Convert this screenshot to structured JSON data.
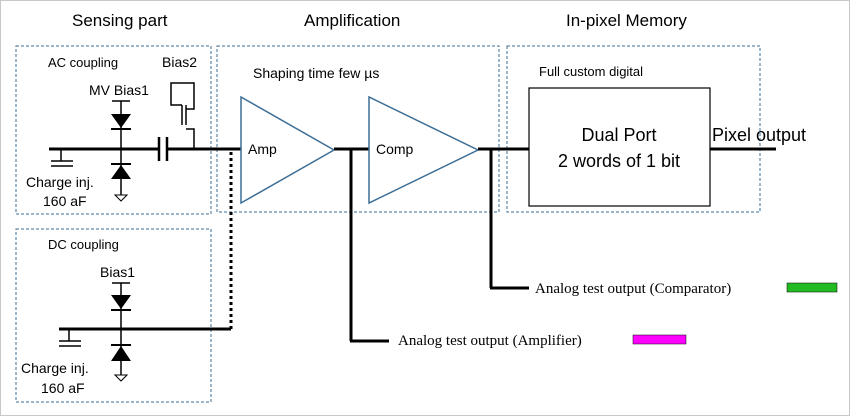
{
  "headings": {
    "sensing": "Sensing part",
    "amplification": "Amplification",
    "memory": "In-pixel Memory"
  },
  "ac": {
    "label": "AC coupling",
    "bias2": "Bias2",
    "mv_bias1": "MV Bias1",
    "charge_line1": "Charge inj.",
    "charge_line2": "160 aF"
  },
  "dc": {
    "label": "DC coupling",
    "bias1": "Bias1",
    "charge_line1": "Charge inj.",
    "charge_line2": "160 aF"
  },
  "amplification": {
    "shaping": "Shaping time few µs",
    "amp": "Amp",
    "comp": "Comp"
  },
  "memory": {
    "subtitle": "Full custom digital",
    "line1": "Dual Port",
    "line2": "2 words of 1 bit",
    "pixel_output": "Pixel output"
  },
  "outputs": {
    "comparator": "Analog test output (Comparator)",
    "amplifier": "Analog test output (Amplifier)"
  },
  "colors": {
    "comparator_swatch": "#22bb22",
    "amplifier_swatch": "#ff00ff",
    "box_border": "#3c6e96"
  }
}
